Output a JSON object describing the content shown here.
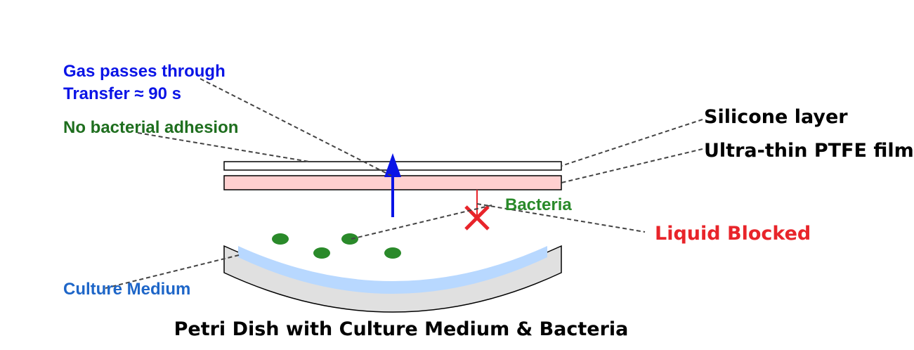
{
  "labels": {
    "gas_line1": "Gas passes through",
    "gas_line2": "Transfer ≈ 90 s",
    "no_adhesion": "No bacterial adhesion",
    "silicone": "Silicone layer",
    "ptfe": "Ultra-thin PTFE film",
    "bacteria": "Bacteria",
    "liquid_blocked": "Liquid Blocked",
    "culture_medium": "Culture Medium",
    "caption": "Petri Dish with Culture Medium & Bacteria"
  },
  "colors": {
    "gas": "#0a14e6",
    "adhesion": "#1e6e1e",
    "bacteria": "#2a8a2a",
    "blocked": "#e8242a",
    "medium_label": "#1e66c8",
    "ptfe_fill": "#ffd0d0",
    "medium_fill": "#b8d8ff",
    "dish_fill": "#e0e0e0",
    "text": "#000000"
  },
  "icons": {
    "gas_arrow": "arrow-up-icon",
    "blocked_mark": "cross-icon"
  }
}
